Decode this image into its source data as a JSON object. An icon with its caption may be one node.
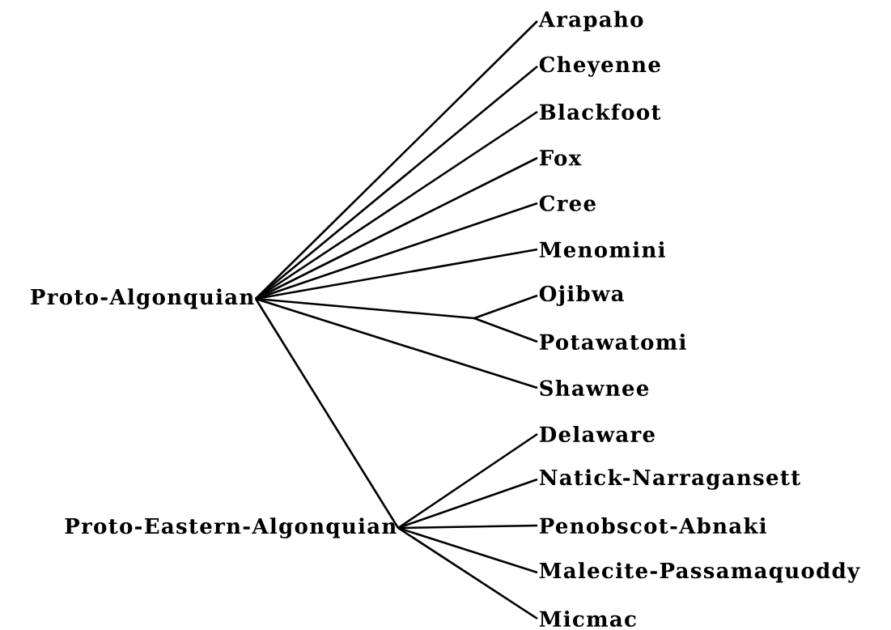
{
  "diagram": {
    "nodes": [
      {
        "text": [
          "Proto-Algonquian"
        ]
      },
      {
        "text": [
          "Arapaho"
        ]
      },
      {
        "text": [
          "Cheyenne"
        ]
      },
      {
        "text": [
          "Blackfoot"
        ]
      },
      {
        "text": [
          "Fox"
        ]
      },
      {
        "text": [
          "Cree"
        ]
      },
      {
        "text": [
          "Menomini"
        ]
      },
      {
        "text": [
          "Ojibwa"
        ]
      },
      {
        "text": [
          "Potawatomi"
        ]
      },
      {
        "text": [
          "Shawnee"
        ]
      },
      {
        "text": [
          "Proto-Eastern-Algonquian"
        ]
      },
      {
        "text": [
          "Delaware"
        ]
      },
      {
        "text": [
          "Natick-Narragansett"
        ]
      },
      {
        "text": [
          "Penobscot-Abnaki"
        ]
      },
      {
        "text": [
          "Malecite-Passamaquoddy"
        ]
      },
      {
        "text": [
          "Micmac"
        ]
      }
    ],
    "edges": [
      {
        "from": 0,
        "to": 1,
        "arrow": "none"
      },
      {
        "from": 0,
        "to": 2,
        "arrow": "none"
      },
      {
        "from": 0,
        "to": 3,
        "arrow": "none"
      },
      {
        "from": 0,
        "to": 4,
        "arrow": "none"
      },
      {
        "from": 0,
        "to": 5,
        "arrow": "none"
      },
      {
        "from": 0,
        "to": 6,
        "arrow": "none"
      },
      {
        "from": 0,
        "to": 7,
        "arrow": "none"
      },
      {
        "from": 0,
        "to": 8,
        "arrow": "none"
      },
      {
        "from": 0,
        "to": 9,
        "arrow": "none"
      },
      {
        "from": 0,
        "to": 10,
        "arrow": "none"
      },
      {
        "from": 10,
        "to": 11,
        "arrow": "none"
      },
      {
        "from": 10,
        "to": 12,
        "arrow": "none"
      },
      {
        "from": 10,
        "to": 13,
        "arrow": "none"
      },
      {
        "from": 10,
        "to": 14,
        "arrow": "none"
      },
      {
        "from": 10,
        "to": 15,
        "arrow": "none"
      }
    ]
  }
}
